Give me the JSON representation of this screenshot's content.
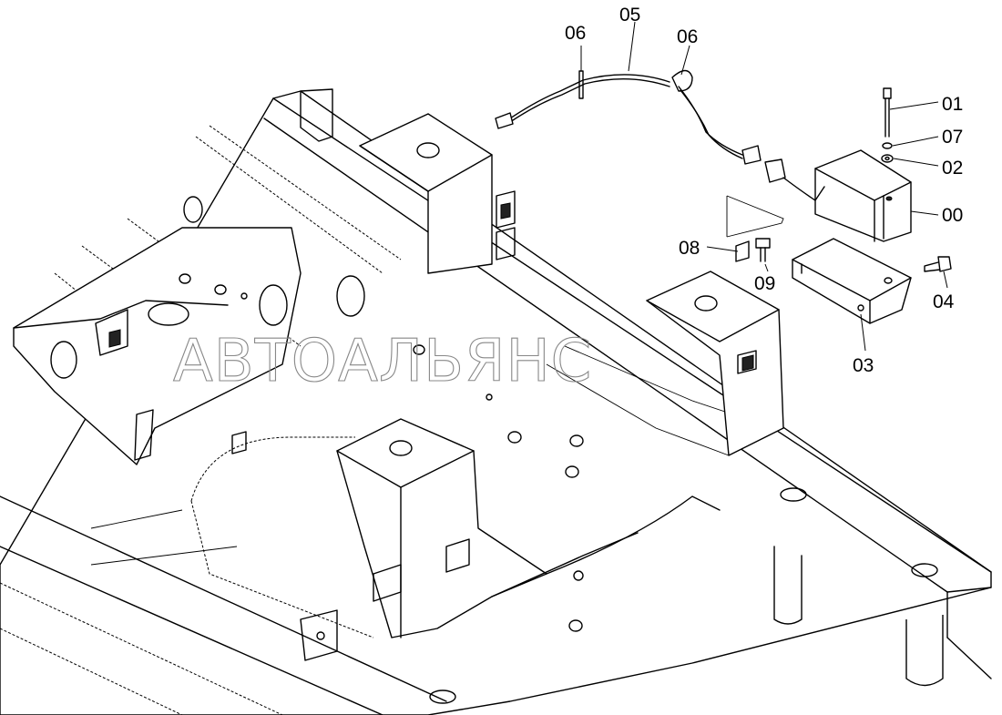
{
  "watermark": "АВТОАЛЬЯНС",
  "callouts": [
    {
      "id": "00",
      "label": "00"
    },
    {
      "id": "01",
      "label": "01"
    },
    {
      "id": "02",
      "label": "02"
    },
    {
      "id": "03",
      "label": "03"
    },
    {
      "id": "04",
      "label": "04"
    },
    {
      "id": "05",
      "label": "05"
    },
    {
      "id": "06a",
      "label": "06"
    },
    {
      "id": "06b",
      "label": "06"
    },
    {
      "id": "07",
      "label": "07"
    },
    {
      "id": "08",
      "label": "08"
    },
    {
      "id": "09",
      "label": "09"
    }
  ]
}
